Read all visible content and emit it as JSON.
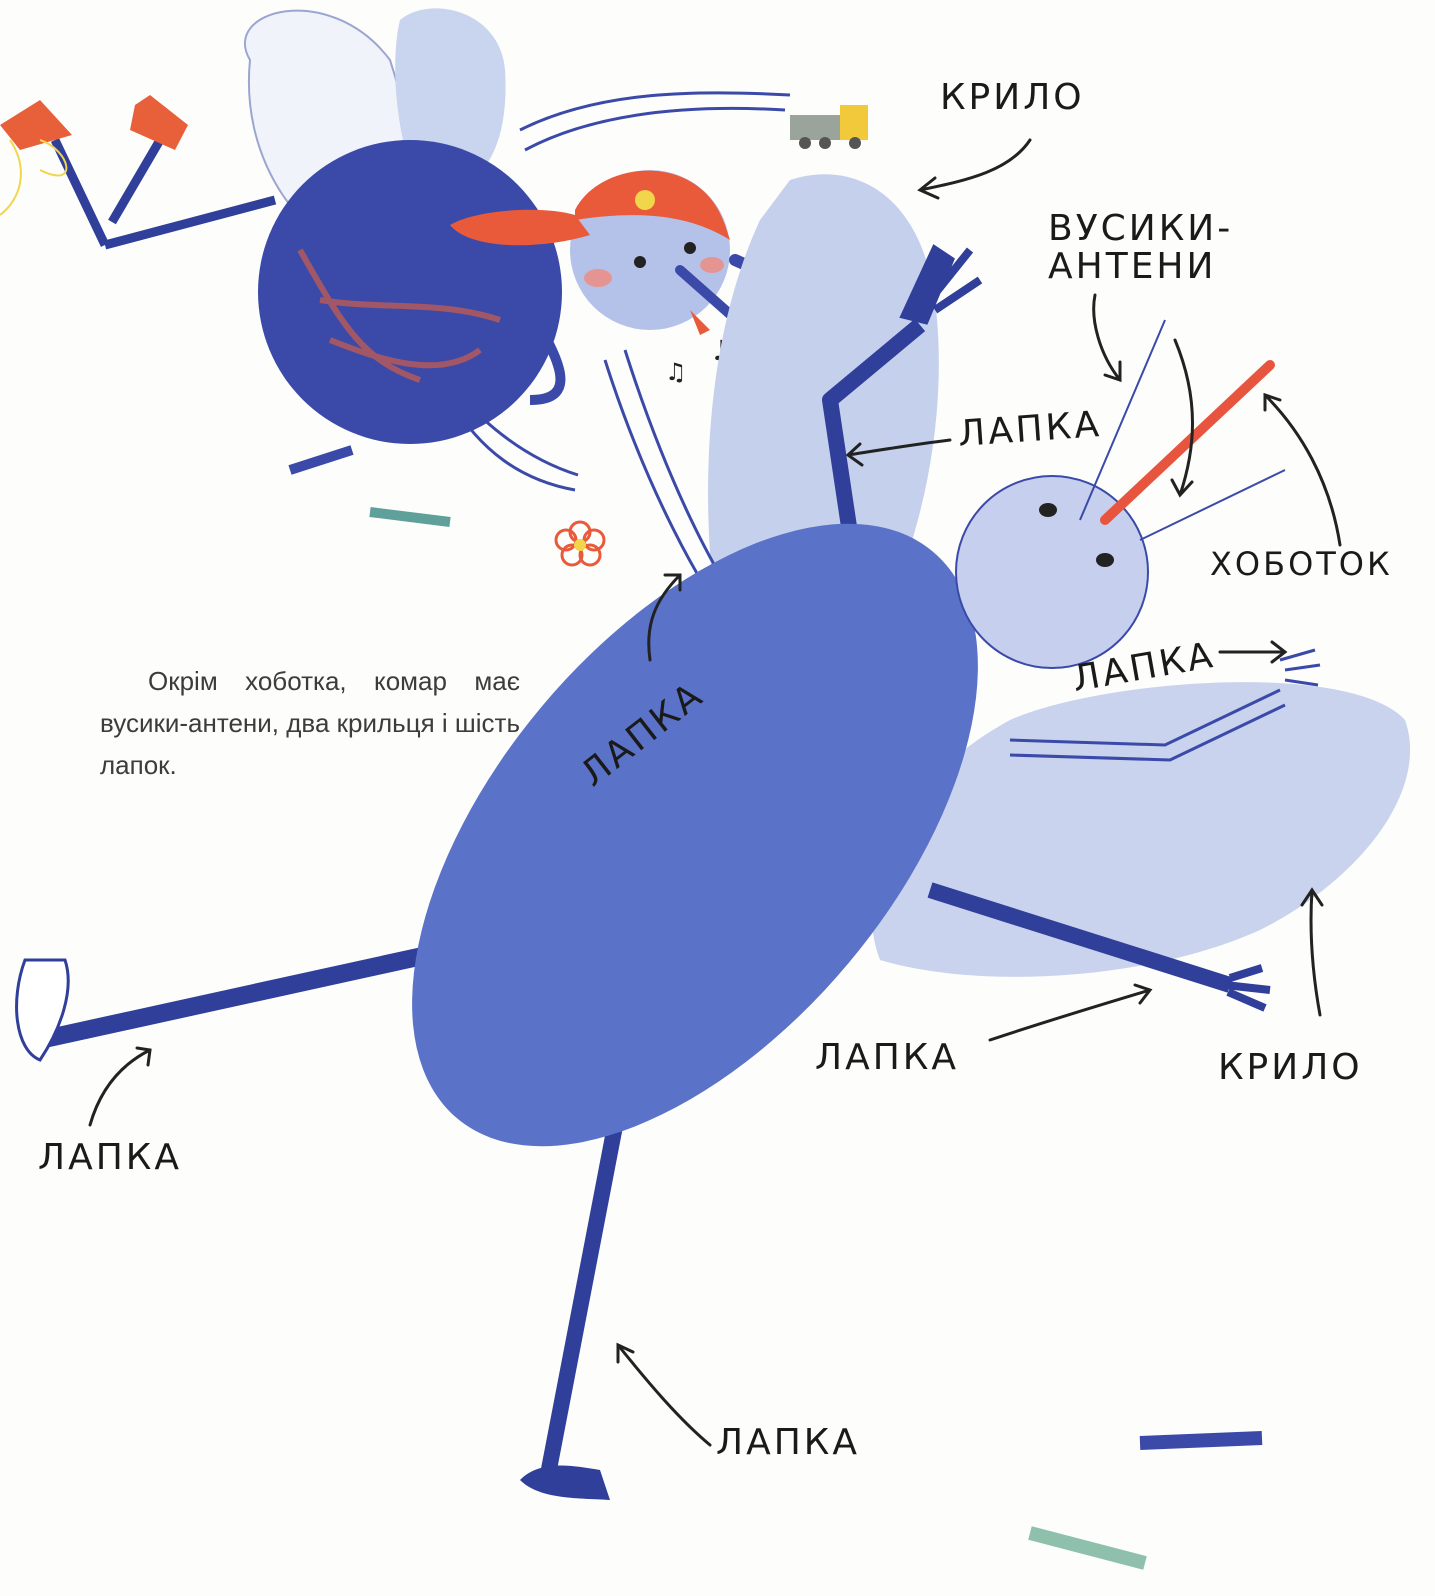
{
  "caption": "Окрім хоботка, комар має вусики-антени, два крильця і шість лапок.",
  "labels": {
    "wing_top": "КРИЛО",
    "antennae_line1": "ВУСИКИ-",
    "antennae_line2": "АНТЕНИ",
    "leg_upper": "ЛАПКА",
    "proboscis": "ХОБОТОК",
    "leg_left_rotated": "ЛАПКА",
    "leg_right_arm": "ЛАПКА",
    "leg_right": "ЛАПКА",
    "wing_right": "КРИЛО",
    "leg_far_left": "ЛАПКА",
    "leg_bottom": "ЛАПКА"
  },
  "colors": {
    "body": "#5a72c8",
    "limb": "#2f3f9a",
    "wing": "#c7d2ec",
    "cap": "#e85a3a",
    "proboscis": "#e8553e",
    "line": "#2a2a2a"
  }
}
